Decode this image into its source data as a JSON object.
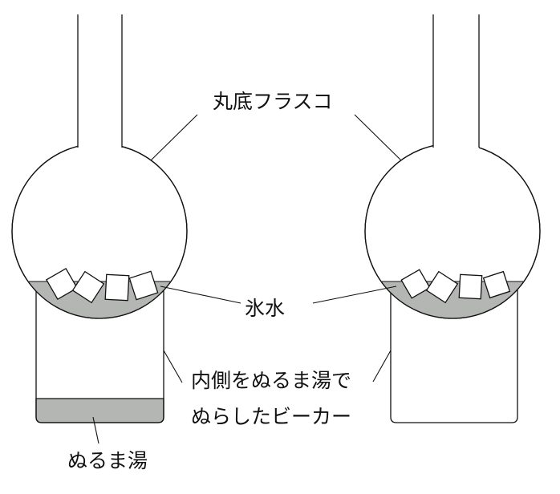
{
  "labels": {
    "flask": "丸底フラスコ",
    "ice_water": "氷水",
    "beaker_line1": "内側をぬるま湯で",
    "beaker_line2": "ぬらしたビーカー",
    "warm_water": "ぬるま湯"
  },
  "colors": {
    "water": "#b4b6b4",
    "stroke": "#111111"
  }
}
